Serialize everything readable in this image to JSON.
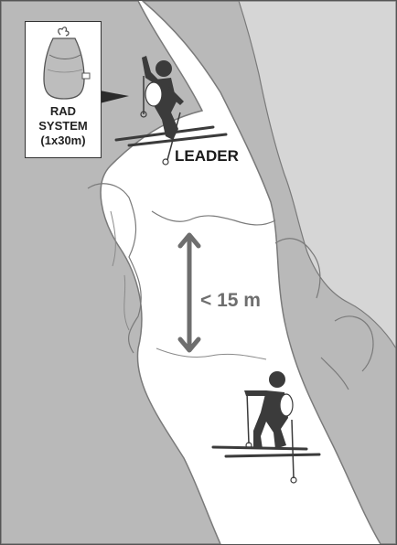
{
  "callout": {
    "line1": "RAD",
    "line2": "SYSTEM",
    "line3": "(1x30m)",
    "icon": "bag-icon"
  },
  "leader_label": "LEADER",
  "distance_label": "< 15 m",
  "colors": {
    "rock": "#b9b9b9",
    "rock_edge": "#7a7a7a",
    "figure": "#3b3b3b",
    "arrow": "#6e6e6e"
  }
}
